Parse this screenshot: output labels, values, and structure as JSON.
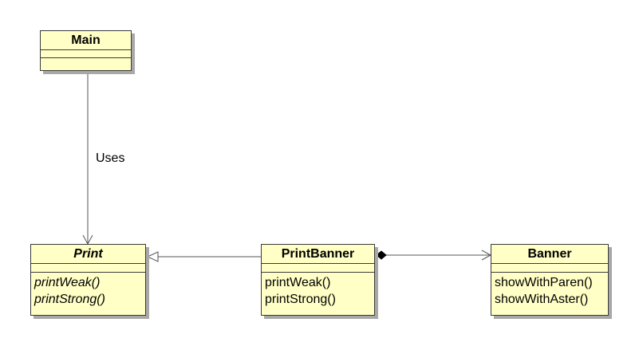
{
  "classes": {
    "main": {
      "name": "Main",
      "operations": []
    },
    "print": {
      "name": "Print",
      "operations": [
        "printWeak()",
        "printStrong()"
      ]
    },
    "print_banner": {
      "name": "PrintBanner",
      "operations": [
        "printWeak()",
        "printStrong()"
      ]
    },
    "banner": {
      "name": "Banner",
      "operations": [
        "showWithParen()",
        "showWithAster()"
      ]
    }
  },
  "relations": {
    "uses_label": "Uses"
  },
  "colors": {
    "class_fill": "#ffffc6",
    "border": "#3a3a3a",
    "shadow": "#a8a8a8",
    "line": "#555555"
  }
}
